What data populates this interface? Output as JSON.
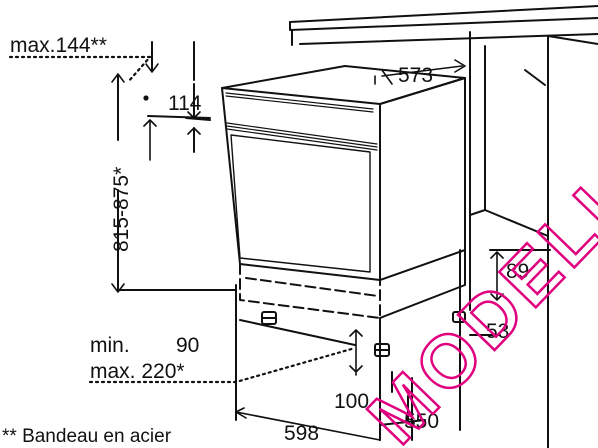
{
  "dimensions": {
    "overhang_max": "max.144**",
    "panel_height": "114",
    "height_range": "815-875*",
    "depth_top": "573",
    "plinth_height": "89",
    "plinth_min": "min.",
    "plinth_min_value": "90",
    "plinth_max": "max. 220*",
    "width": "598",
    "front_foot": "100",
    "depth_bottom": "550",
    "side_gap": "53"
  },
  "footnote": "** Bandeau en acier",
  "watermark": "MODELLE",
  "colors": {
    "line": "#111111",
    "watermark": "#e0007f"
  }
}
